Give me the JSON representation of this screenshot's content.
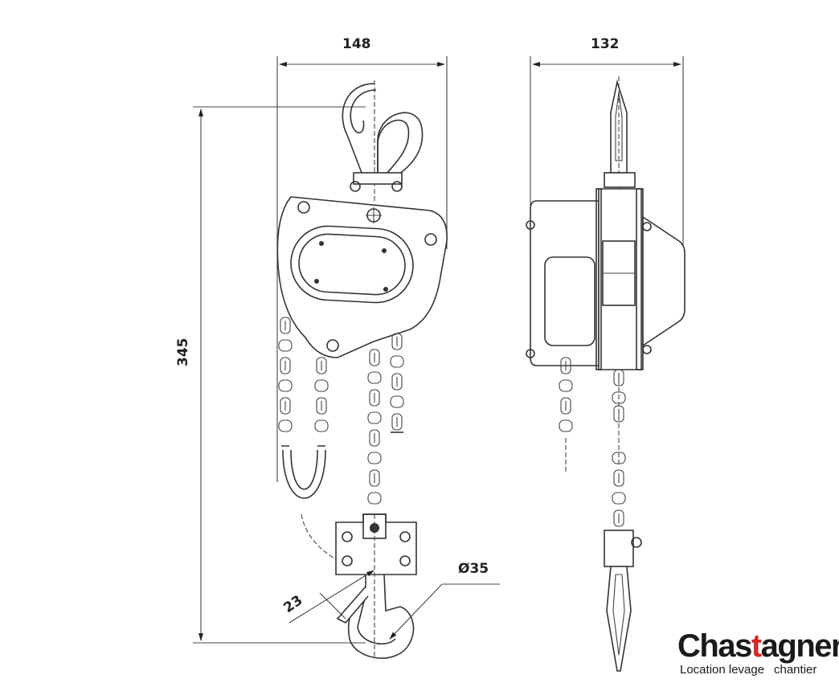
{
  "dimensions": {
    "front_width": "148",
    "side_width": "132",
    "height": "345",
    "hook_opening": "23",
    "hook_diameter": "Ø35"
  },
  "logo": {
    "name_part1": "Chas",
    "name_accent": "t",
    "name_part2": "agner",
    "tagline_left": "Location levage",
    "tagline_right": "chantier",
    "accent_color": "#d3282a"
  }
}
